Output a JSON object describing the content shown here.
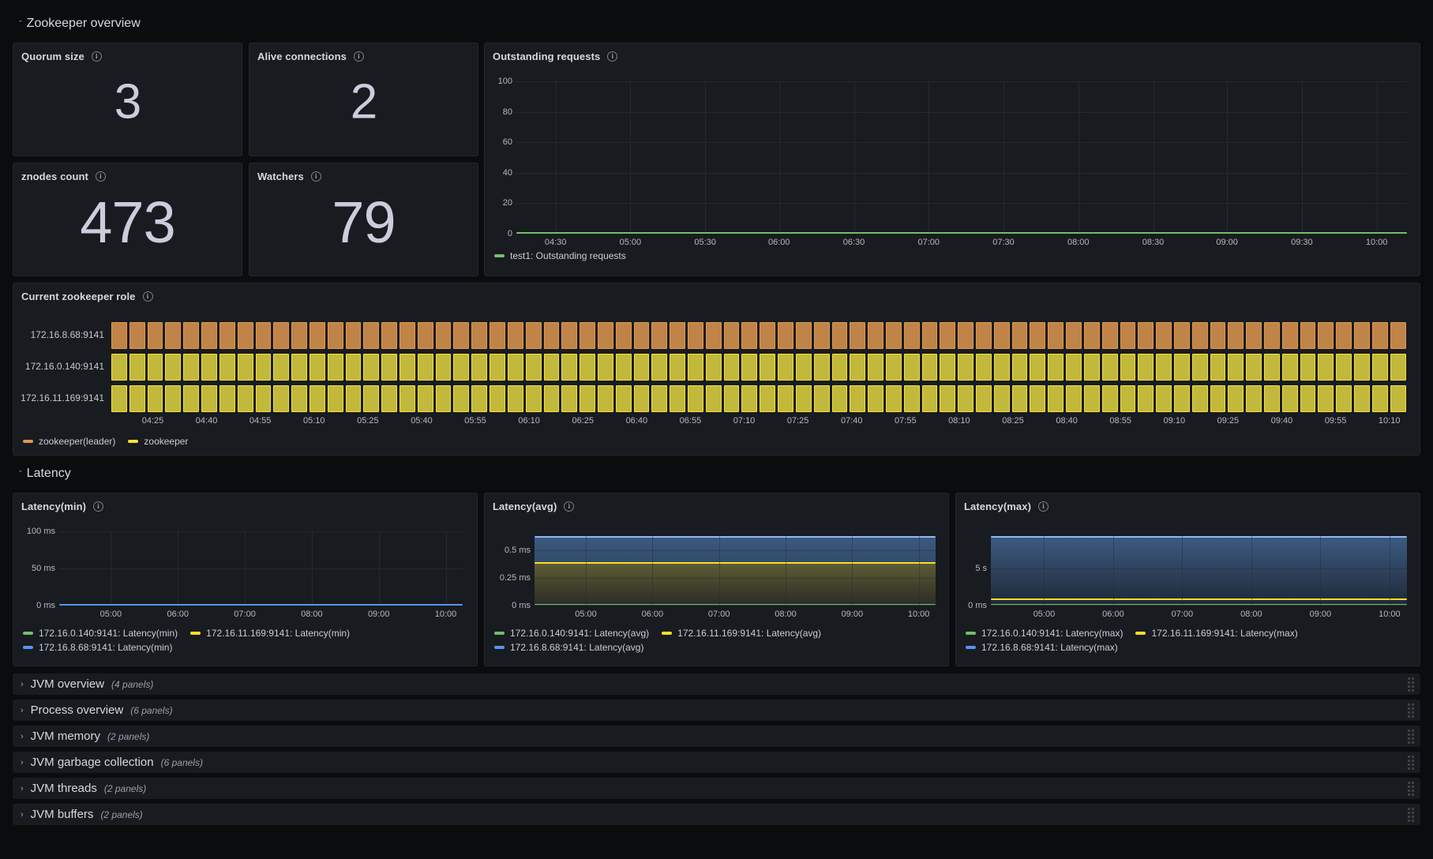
{
  "rows": {
    "zookeeper_overview": {
      "title": "Zookeeper overview",
      "chevron": "ˇ"
    },
    "latency": {
      "title": "Latency",
      "chevron": "ˇ"
    }
  },
  "stats": [
    {
      "title": "Quorum size",
      "value": "3"
    },
    {
      "title": "Alive connections",
      "value": "2"
    },
    {
      "title": "znodes count",
      "value": "473"
    },
    {
      "title": "Watchers",
      "value": "79"
    }
  ],
  "outstanding_requests": {
    "title": "Outstanding requests",
    "legend": [
      {
        "label": "test1: Outstanding requests",
        "color": "#73bf69"
      }
    ]
  },
  "zookeeper_role": {
    "title": "Current zookeeper role",
    "rows": [
      {
        "label": "172.16.8.68:9141",
        "state": "zookeeper(leader)"
      },
      {
        "label": "172.16.0.140:9141",
        "state": "zookeeper"
      },
      {
        "label": "172.16.11.169:9141",
        "state": "zookeeper"
      }
    ],
    "legend": [
      {
        "label": "zookeeper(leader)",
        "color": "#e0984f"
      },
      {
        "label": "zookeeper",
        "color": "#f2e23a"
      }
    ]
  },
  "latency_min": {
    "title": "Latency(min)",
    "legend": [
      {
        "label": "172.16.0.140:9141: Latency(min)",
        "color": "#73bf69"
      },
      {
        "label": "172.16.11.169:9141: Latency(min)",
        "color": "#fade2a"
      },
      {
        "label": "172.16.8.68:9141: Latency(min)",
        "color": "#5794f2"
      }
    ]
  },
  "latency_avg": {
    "title": "Latency(avg)",
    "legend": [
      {
        "label": "172.16.0.140:9141: Latency(avg)",
        "color": "#73bf69"
      },
      {
        "label": "172.16.11.169:9141: Latency(avg)",
        "color": "#fade2a"
      },
      {
        "label": "172.16.8.68:9141: Latency(avg)",
        "color": "#5794f2"
      }
    ]
  },
  "latency_max": {
    "title": "Latency(max)",
    "legend": [
      {
        "label": "172.16.0.140:9141: Latency(max)",
        "color": "#73bf69"
      },
      {
        "label": "172.16.11.169:9141: Latency(max)",
        "color": "#fade2a"
      },
      {
        "label": "172.16.8.68:9141: Latency(max)",
        "color": "#5794f2"
      }
    ]
  },
  "collapsed_rows": [
    {
      "title": "JVM overview",
      "count": "(4 panels)",
      "chevron": "›"
    },
    {
      "title": "Process overview",
      "count": "(6 panels)",
      "chevron": "›"
    },
    {
      "title": "JVM memory",
      "count": "(2 panels)",
      "chevron": "›"
    },
    {
      "title": "JVM garbage collection",
      "count": "(6 panels)",
      "chevron": "›"
    },
    {
      "title": "JVM threads",
      "count": "(2 panels)",
      "chevron": "›"
    },
    {
      "title": "JVM buffers",
      "count": "(2 panels)",
      "chevron": "›"
    }
  ],
  "chart_data": [
    {
      "type": "line",
      "title": "Outstanding requests",
      "xlabel": "",
      "ylabel": "",
      "ylim": [
        0,
        100
      ],
      "yticks": [
        "0",
        "20",
        "40",
        "60",
        "80",
        "100"
      ],
      "xticks": [
        "04:30",
        "05:00",
        "05:30",
        "06:00",
        "06:30",
        "07:00",
        "07:30",
        "08:00",
        "08:30",
        "09:00",
        "09:30",
        "10:00"
      ],
      "grid": true,
      "legend_position": "bottom",
      "series": [
        {
          "name": "test1: Outstanding requests",
          "color": "#73bf69",
          "constant_value": 0
        }
      ]
    },
    {
      "type": "heatmap",
      "title": "Current zookeeper role",
      "ycategories": [
        "172.16.8.68:9141",
        "172.16.0.140:9141",
        "172.16.11.169:9141"
      ],
      "xticks": [
        "04:25",
        "04:40",
        "04:55",
        "05:10",
        "05:25",
        "05:40",
        "05:55",
        "06:10",
        "06:25",
        "06:40",
        "06:55",
        "07:10",
        "07:25",
        "07:40",
        "07:55",
        "08:10",
        "08:25",
        "08:40",
        "08:55",
        "09:10",
        "09:25",
        "09:40",
        "09:55",
        "10:10"
      ],
      "states": [
        {
          "row": "172.16.8.68:9141",
          "value": "zookeeper(leader)",
          "color": "#e0984f"
        },
        {
          "row": "172.16.0.140:9141",
          "value": "zookeeper",
          "color": "#f2e23a"
        },
        {
          "row": "172.16.11.169:9141",
          "value": "zookeeper",
          "color": "#f2e23a"
        }
      ],
      "legend_position": "bottom"
    },
    {
      "type": "line",
      "title": "Latency(min)",
      "ylim": [
        0,
        100
      ],
      "yticks": [
        "0 ms",
        "50 ms",
        "100 ms"
      ],
      "xticks": [
        "05:00",
        "06:00",
        "07:00",
        "08:00",
        "09:00",
        "10:00"
      ],
      "grid": true,
      "legend_position": "bottom",
      "series": [
        {
          "name": "172.16.0.140:9141: Latency(min)",
          "color": "#73bf69",
          "constant_value": 0
        },
        {
          "name": "172.16.11.169:9141: Latency(min)",
          "color": "#fade2a",
          "constant_value": 0
        },
        {
          "name": "172.16.8.68:9141: Latency(min)",
          "color": "#5794f2",
          "constant_value": 0
        }
      ]
    },
    {
      "type": "area",
      "title": "Latency(avg)",
      "ylim": [
        0,
        0.75
      ],
      "yticks": [
        "0 ms",
        "0.25 ms",
        "0.5 ms"
      ],
      "xticks": [
        "05:00",
        "06:00",
        "07:00",
        "08:00",
        "09:00",
        "10:00"
      ],
      "grid": true,
      "legend_position": "bottom",
      "series": [
        {
          "name": "172.16.0.140:9141: Latency(avg)",
          "color": "#73bf69",
          "constant_value": 0
        },
        {
          "name": "172.16.11.169:9141: Latency(avg)",
          "color": "#fade2a",
          "constant_value": 0.4
        },
        {
          "name": "172.16.8.68:9141: Latency(avg)",
          "color": "#5794f2",
          "constant_value": 0.62
        }
      ]
    },
    {
      "type": "area",
      "title": "Latency(max)",
      "ylim": [
        0,
        10
      ],
      "yticks": [
        "0 ms",
        "5 s"
      ],
      "xticks": [
        "05:00",
        "06:00",
        "07:00",
        "08:00",
        "09:00",
        "10:00"
      ],
      "grid": true,
      "legend_position": "bottom",
      "series": [
        {
          "name": "172.16.0.140:9141: Latency(max)",
          "color": "#73bf69",
          "constant_value": 0
        },
        {
          "name": "172.16.11.169:9141: Latency(max)",
          "color": "#fade2a",
          "constant_value": 0.2
        },
        {
          "name": "172.16.8.68:9141: Latency(max)",
          "color": "#5794f2",
          "constant_value": 9.1
        }
      ]
    }
  ]
}
